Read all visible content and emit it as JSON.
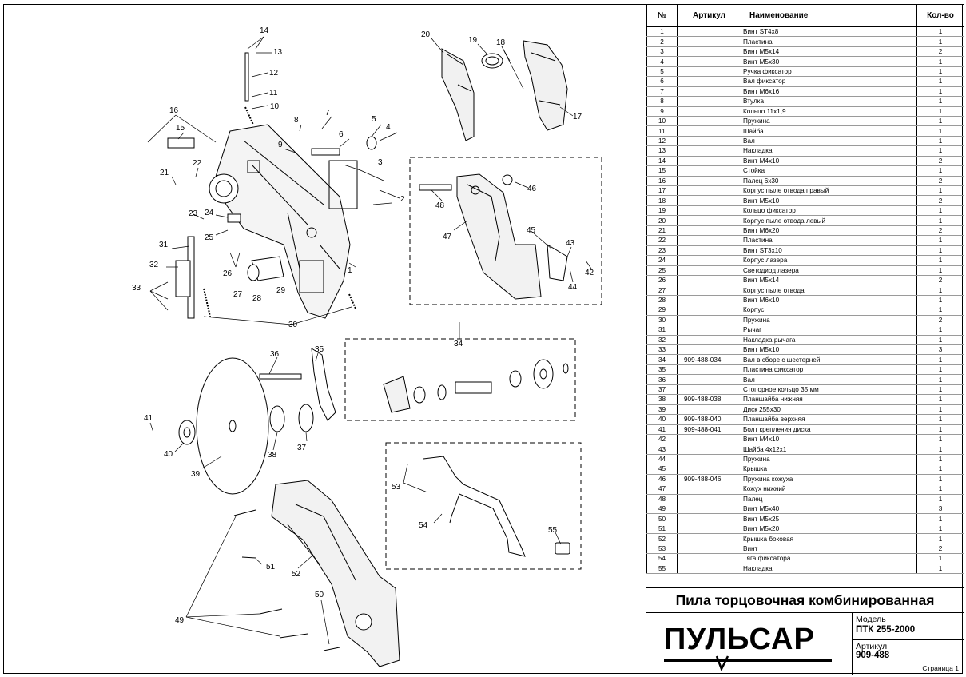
{
  "table": {
    "headers": {
      "num": "№",
      "article": "Артикул",
      "name": "Наименование",
      "qty": "Кол-во"
    },
    "rows": [
      {
        "n": "1",
        "a": "",
        "name": "Винт ST4x8",
        "q": "1"
      },
      {
        "n": "2",
        "a": "",
        "name": "Пластина",
        "q": "1"
      },
      {
        "n": "3",
        "a": "",
        "name": "Винт M5x14",
        "q": "2"
      },
      {
        "n": "4",
        "a": "",
        "name": "Винт M5x30",
        "q": "1"
      },
      {
        "n": "5",
        "a": "",
        "name": "Ручка фиксатор",
        "q": "1"
      },
      {
        "n": "6",
        "a": "",
        "name": "Вал фиксатор",
        "q": "1"
      },
      {
        "n": "7",
        "a": "",
        "name": "Винт M6x16",
        "q": "1"
      },
      {
        "n": "8",
        "a": "",
        "name": "Втулка",
        "q": "1"
      },
      {
        "n": "9",
        "a": "",
        "name": "Кольцо 11x1,9",
        "q": "1"
      },
      {
        "n": "10",
        "a": "",
        "name": "Пружина",
        "q": "1"
      },
      {
        "n": "11",
        "a": "",
        "name": "Шайба",
        "q": "1"
      },
      {
        "n": "12",
        "a": "",
        "name": "Вал",
        "q": "1"
      },
      {
        "n": "13",
        "a": "",
        "name": "Накладка",
        "q": "1"
      },
      {
        "n": "14",
        "a": "",
        "name": "Винт M4x10",
        "q": "2"
      },
      {
        "n": "15",
        "a": "",
        "name": "Стойка",
        "q": "1"
      },
      {
        "n": "16",
        "a": "",
        "name": "Палец 6x30",
        "q": "2"
      },
      {
        "n": "17",
        "a": "",
        "name": "Корпус пыле отвода правый",
        "q": "1"
      },
      {
        "n": "18",
        "a": "",
        "name": "Винт M5x10",
        "q": "2"
      },
      {
        "n": "19",
        "a": "",
        "name": "Кольцо фиксатор",
        "q": "1"
      },
      {
        "n": "20",
        "a": "",
        "name": "Корпус пыле отвода левый",
        "q": "1"
      },
      {
        "n": "21",
        "a": "",
        "name": "Винт M6x20",
        "q": "2"
      },
      {
        "n": "22",
        "a": "",
        "name": "Пластина",
        "q": "1"
      },
      {
        "n": "23",
        "a": "",
        "name": "Винт ST3x10",
        "q": "1"
      },
      {
        "n": "24",
        "a": "",
        "name": "Корпус лазера",
        "q": "1"
      },
      {
        "n": "25",
        "a": "",
        "name": "Светодиод лазера",
        "q": "1"
      },
      {
        "n": "26",
        "a": "",
        "name": "Винт M5x14",
        "q": "2"
      },
      {
        "n": "27",
        "a": "",
        "name": "Корпус пыле отвода",
        "q": "1"
      },
      {
        "n": "28",
        "a": "",
        "name": "Винт M6x10",
        "q": "1"
      },
      {
        "n": "29",
        "a": "",
        "name": "Корпус",
        "q": "1"
      },
      {
        "n": "30",
        "a": "",
        "name": "Пружина",
        "q": "2"
      },
      {
        "n": "31",
        "a": "",
        "name": "Рычаг",
        "q": "1"
      },
      {
        "n": "32",
        "a": "",
        "name": "Накладка рычага",
        "q": "1"
      },
      {
        "n": "33",
        "a": "",
        "name": "Винт M5x10",
        "q": "3"
      },
      {
        "n": "34",
        "a": "909-488-034",
        "name": "Вал в сборе с шестерней",
        "q": "1"
      },
      {
        "n": "35",
        "a": "",
        "name": "Пластина фиксатор",
        "q": "1"
      },
      {
        "n": "36",
        "a": "",
        "name": "Вал",
        "q": "1"
      },
      {
        "n": "37",
        "a": "",
        "name": "Стопорное кольцо 35 мм",
        "q": "1"
      },
      {
        "n": "38",
        "a": "909-488-038",
        "name": "Планшайба нижняя",
        "q": "1"
      },
      {
        "n": "39",
        "a": "",
        "name": "Диск 255x30",
        "q": "1"
      },
      {
        "n": "40",
        "a": "909-488-040",
        "name": "Планшайба верхняя",
        "q": "1"
      },
      {
        "n": "41",
        "a": "909-488-041",
        "name": "Болт крепления диска",
        "q": "1"
      },
      {
        "n": "42",
        "a": "",
        "name": "Винт M4x10",
        "q": "1"
      },
      {
        "n": "43",
        "a": "",
        "name": "Шайба 4x12x1",
        "q": "1"
      },
      {
        "n": "44",
        "a": "",
        "name": "Пружина",
        "q": "1"
      },
      {
        "n": "45",
        "a": "",
        "name": "Крышка",
        "q": "1"
      },
      {
        "n": "46",
        "a": "909-488-046",
        "name": "Пружина кожуха",
        "q": "1"
      },
      {
        "n": "47",
        "a": "",
        "name": "Кожух нижний",
        "q": "1"
      },
      {
        "n": "48",
        "a": "",
        "name": "Палец",
        "q": "1"
      },
      {
        "n": "49",
        "a": "",
        "name": "Винт M5x40",
        "q": "3"
      },
      {
        "n": "50",
        "a": "",
        "name": "Винт M5x25",
        "q": "1"
      },
      {
        "n": "51",
        "a": "",
        "name": "Винт M5x20",
        "q": "1"
      },
      {
        "n": "52",
        "a": "",
        "name": "Крышка боковая",
        "q": "1"
      },
      {
        "n": "53",
        "a": "",
        "name": "Винт",
        "q": "2"
      },
      {
        "n": "54",
        "a": "",
        "name": "Тяга фиксатора",
        "q": "1"
      },
      {
        "n": "55",
        "a": "",
        "name": "Накладка",
        "q": "1"
      }
    ]
  },
  "product_title": "Пила торцовочная комбинированная",
  "brand": "ПУЛЬСАР",
  "model_label": "Модель",
  "model_value": "ПТК 255-2000",
  "article_label": "Артикул",
  "article_value": "909-488",
  "page_label": "Страница 1",
  "callouts": [
    "1",
    "2",
    "3",
    "4",
    "5",
    "6",
    "7",
    "8",
    "9",
    "10",
    "11",
    "12",
    "13",
    "14",
    "15",
    "16",
    "17",
    "18",
    "19",
    "20",
    "21",
    "22",
    "23",
    "24",
    "25",
    "26",
    "27",
    "28",
    "29",
    "30",
    "31",
    "32",
    "33",
    "34",
    "35",
    "36",
    "37",
    "38",
    "39",
    "40",
    "41",
    "42",
    "43",
    "44",
    "45",
    "46",
    "47",
    "48",
    "49",
    "50",
    "51",
    "52",
    "53",
    "54",
    "55"
  ]
}
